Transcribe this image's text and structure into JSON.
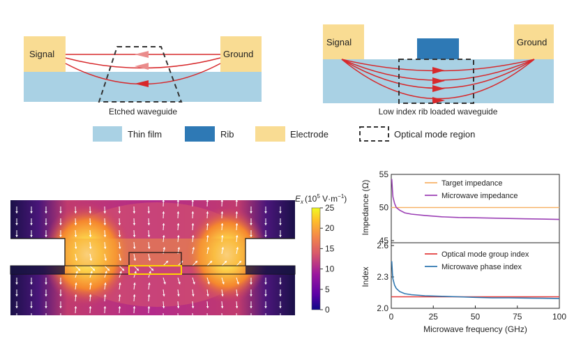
{
  "schematics": {
    "left": {
      "caption": "Etched waveguide",
      "signal_label": "Signal",
      "ground_label": "Ground"
    },
    "right": {
      "caption": "Low index rib loaded waveguide",
      "signal_label": "Signal",
      "ground_label": "Ground"
    }
  },
  "legend": {
    "items": [
      {
        "label": "Thin film",
        "color": "#a9d1e4"
      },
      {
        "label": "Rib",
        "color": "#2e79b5"
      },
      {
        "label": "Electrode",
        "color": "#f9dc93"
      },
      {
        "label": "Optical mode region",
        "color": "#333333"
      }
    ]
  },
  "colors": {
    "field_line": "#d7282b",
    "field_line_faded": "#ea8c8c",
    "thin_film": "#a9d1e4",
    "rib": "#2e79b5",
    "electrode": "#f9dc93",
    "rib_outline_field": "#ffd400"
  },
  "field_map": {
    "colorbar_label": "E",
    "colorbar_sub": "x",
    "colorbar_unit": "(10",
    "colorbar_exp": "5",
    "colorbar_unit_rest": " V·m",
    "colorbar_exp2": "−1",
    "colorbar_unit_close": ")",
    "colorbar_ticks": [
      "25",
      "20",
      "15",
      "10",
      "5",
      "0"
    ],
    "colormap": "plasma"
  },
  "chart_data": [
    {
      "type": "line",
      "title": "",
      "xlabel": "",
      "ylabel": "Impedance (Ω)",
      "xlim": [
        0,
        100
      ],
      "ylim": [
        45,
        55
      ],
      "yticks": [
        "55",
        "50",
        "45"
      ],
      "series": [
        {
          "name": "Target impedance",
          "color": "#f7b267",
          "x": [
            0,
            100
          ],
          "y": [
            50,
            50
          ]
        },
        {
          "name": "Microwave impedance",
          "color": "#9b3fb5",
          "x": [
            0.3,
            0.7,
            1,
            2,
            3,
            5,
            8,
            12,
            20,
            30,
            40,
            50,
            60,
            70,
            80,
            90,
            100
          ],
          "y": [
            54.3,
            52.6,
            51.6,
            50.6,
            50.0,
            49.6,
            49.2,
            49.0,
            48.8,
            48.6,
            48.5,
            48.45,
            48.4,
            48.35,
            48.3,
            48.25,
            48.2
          ]
        }
      ]
    },
    {
      "type": "line",
      "title": "",
      "xlabel": "Microwave frequency (GHz)",
      "ylabel": "Index",
      "xlim": [
        0,
        100
      ],
      "ylim": [
        2.0,
        2.6
      ],
      "xticks": [
        "0",
        "25",
        "50",
        "75",
        "100"
      ],
      "yticks": [
        "2.6",
        "2.3",
        "2.0"
      ],
      "series": [
        {
          "name": "Optical mode group index",
          "color": "#e33b3b",
          "x": [
            0,
            100
          ],
          "y": [
            2.11,
            2.11
          ]
        },
        {
          "name": "Microwave phase index",
          "color": "#2f77b0",
          "x": [
            0.3,
            0.7,
            1,
            2,
            3,
            5,
            8,
            12,
            20,
            30,
            40,
            50,
            60,
            70,
            80,
            90,
            100
          ],
          "y": [
            2.45,
            2.33,
            2.28,
            2.22,
            2.19,
            2.16,
            2.14,
            2.13,
            2.12,
            2.115,
            2.11,
            2.105,
            2.1,
            2.1,
            2.098,
            2.096,
            2.094
          ]
        }
      ]
    }
  ]
}
